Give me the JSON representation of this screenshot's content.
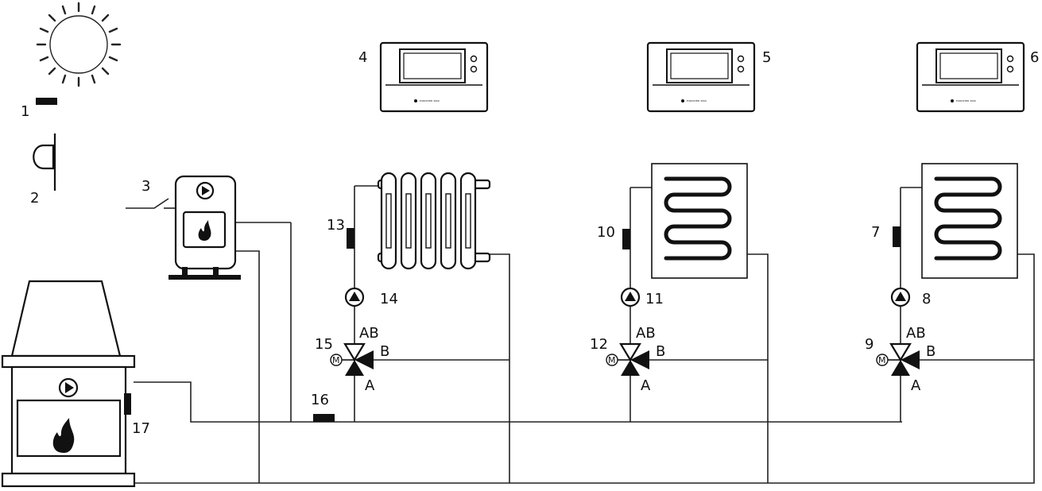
{
  "diagram": {
    "labels": {
      "n1": "1",
      "n2": "2",
      "n3": "3",
      "n4": "4",
      "n5": "5",
      "n6": "6",
      "n7": "7",
      "n8": "8",
      "n9": "9",
      "n10": "10",
      "n11": "11",
      "n12": "12",
      "n13": "13",
      "n14": "14",
      "n15": "15",
      "n16": "16",
      "n17": "17"
    },
    "valve_ports": {
      "ab": "AB",
      "b": "B",
      "a": "A"
    },
    "motor_symbol": "M",
    "controller_brand": "EUROSTER 3000"
  }
}
